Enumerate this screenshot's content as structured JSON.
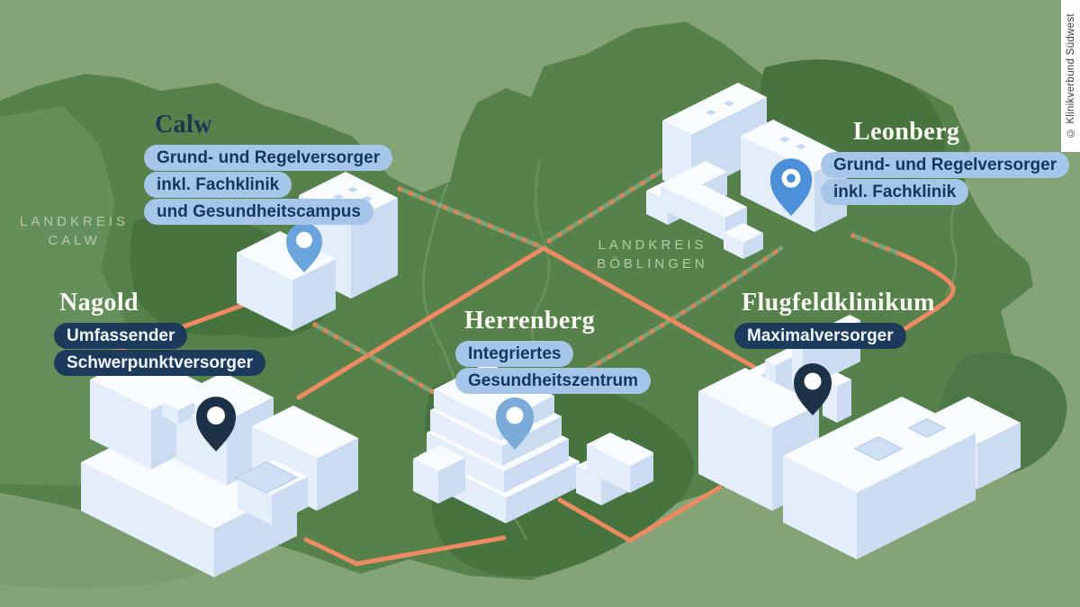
{
  "copyright": "© Klinikverbund Südwest",
  "regions": {
    "calw": {
      "line1": "LANDKREIS",
      "line2": "CALW"
    },
    "boeblingen": {
      "line1": "LANDKREIS",
      "line2": "BÖBLINGEN"
    }
  },
  "locations": [
    {
      "id": "calw",
      "name": "Calw",
      "pill_style": "light",
      "pills": [
        "Grund- und Regelversorger",
        "inkl. Fachklinik",
        "und Gesundheitscampus"
      ]
    },
    {
      "id": "nagold",
      "name": "Nagold",
      "pill_style": "dark",
      "pills": [
        "Umfassender",
        "Schwerpunktversorger"
      ]
    },
    {
      "id": "herrenberg",
      "name": "Herrenberg",
      "pill_style": "light",
      "pills": [
        "Integriertes",
        "Gesundheitszentrum"
      ]
    },
    {
      "id": "leonberg",
      "name": "Leonberg",
      "pill_style": "light",
      "pills": [
        "Grund- und Regelversorger",
        "inkl. Fachklinik"
      ]
    },
    {
      "id": "flugfeldklinikum",
      "name": "Flugfeldklinikum",
      "pill_style": "dark",
      "pills": [
        "Maximalversorger"
      ]
    }
  ],
  "colors": {
    "map_background": "#84A377",
    "district_green": "#56814B",
    "district_green_alt": "#4C7845",
    "district_dark_patch": "#47733F",
    "light_band": "#7C9E6E",
    "left_light_patch": "#6A945F",
    "route_orange": "#EE8A63",
    "route_dot_orange": "#E08157",
    "pill_light_bg": "#A6C6E9",
    "pill_light_text": "#17365C",
    "pill_dark_bg": "#1C3A5C",
    "pill_dark_text": "#F2F6FB",
    "city_label_light": "#F7F9F2",
    "city_label_dark": "#1C3550",
    "region_label": "#B6CBA6",
    "building_top": "#F9FCFF",
    "building_left": "#E4EDFA",
    "building_right": "#CBDCF2",
    "courtyard_fill": "#CFE0F4",
    "pin_blue": "#69A4DC",
    "pin_mid_blue": "#7BABD9",
    "pin_strong_blue": "#4B90D8",
    "pin_dark": "#1E3247"
  }
}
